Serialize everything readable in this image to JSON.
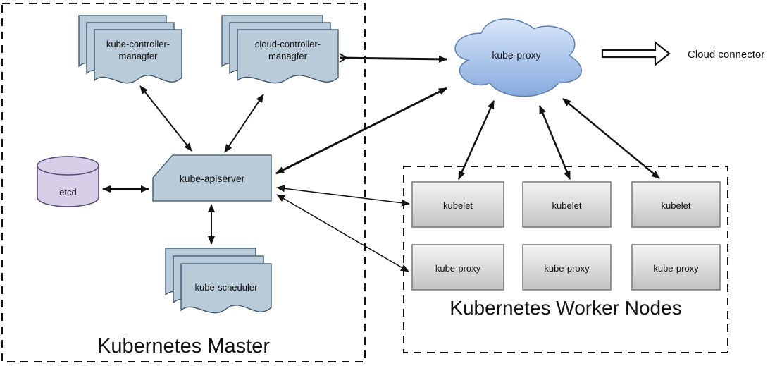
{
  "master": {
    "title": "Kubernetes Master",
    "kube_controller_manager": "kube-controller-\nmanagfer",
    "cloud_controller_manager": "cloud-controller-\nmanagfer",
    "etcd": "etcd",
    "kube_apiserver": "kube-apiserver",
    "kube_scheduler": "kube-scheduler"
  },
  "cloud": {
    "label": "kube-proxy"
  },
  "connector": {
    "label": "Cloud connector"
  },
  "workers": {
    "title": "Kubernetes Worker Nodes",
    "kubelets": [
      "kubelet",
      "kubelet",
      "kubelet"
    ],
    "kube_proxies": [
      "kube-proxy",
      "kube-proxy",
      "kube-proxy"
    ]
  },
  "colors": {
    "doc_fill": "#b9cbd8",
    "doc_stroke": "#32506a",
    "etcd_fill": "#d7cee8",
    "etcd_stroke": "#544a75",
    "cloud_fill_top": "#d9e7f9",
    "cloud_fill_bottom": "#86a9de",
    "cloud_stroke": "#5b80b0",
    "worker_fill_top": "#f5f5f5",
    "worker_fill_bottom": "#c2c2c2",
    "worker_stroke": "#777777",
    "line": "#111111",
    "text": "#111111",
    "background": "#ffffff"
  }
}
